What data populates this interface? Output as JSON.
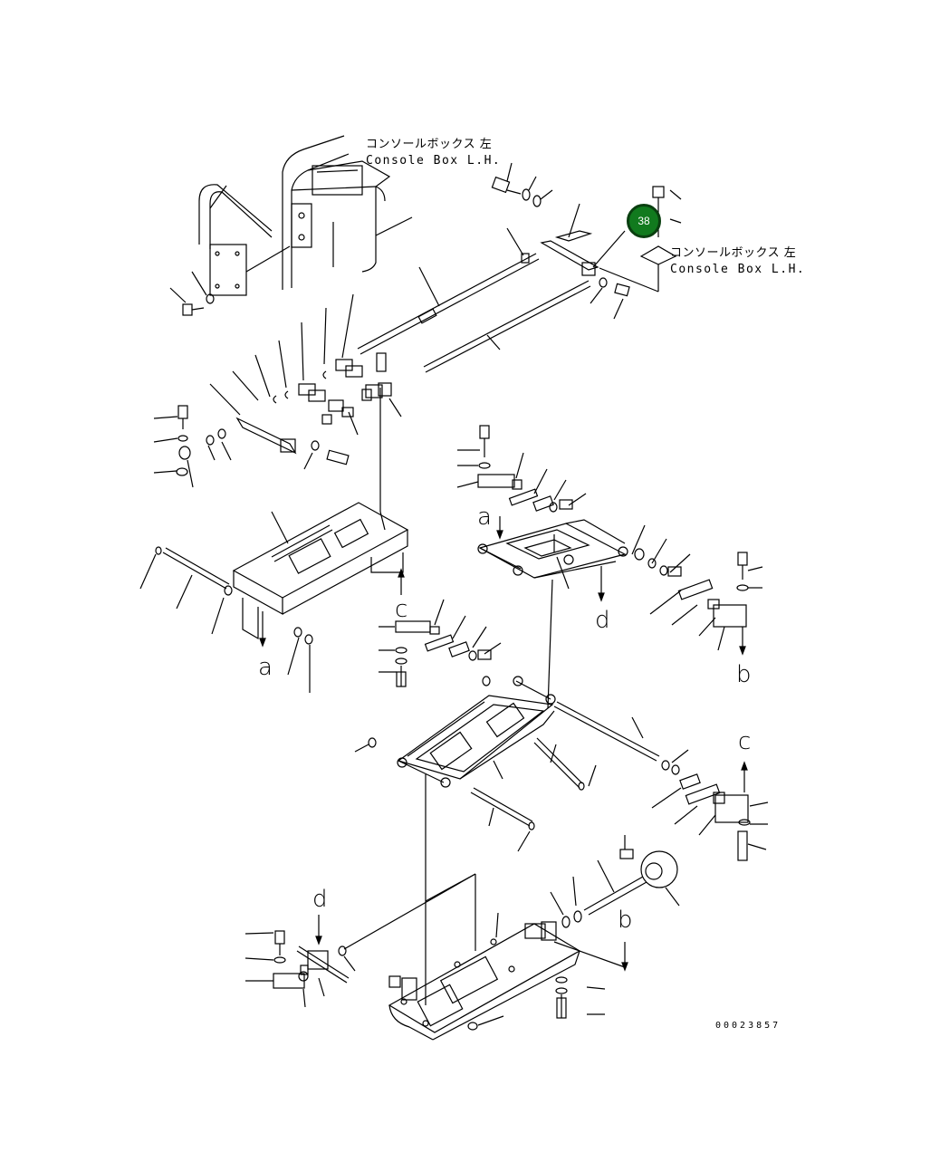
{
  "labels": {
    "console_box_top_jp": "コンソールボックス 左",
    "console_box_top_en": "Console Box L.H.",
    "console_box_right_jp": "コンソールボックス 左",
    "console_box_right_en": "Console Box L.H."
  },
  "callout": {
    "value": "38",
    "color": "#117a1e"
  },
  "reference_letters": {
    "a_upper": "a",
    "a_lower": "a",
    "b_upper": "b",
    "b_lower": "b",
    "c_upper": "c",
    "c_lower": "c",
    "d_upper": "d",
    "d_lower": "d"
  },
  "document_number": "00023857"
}
